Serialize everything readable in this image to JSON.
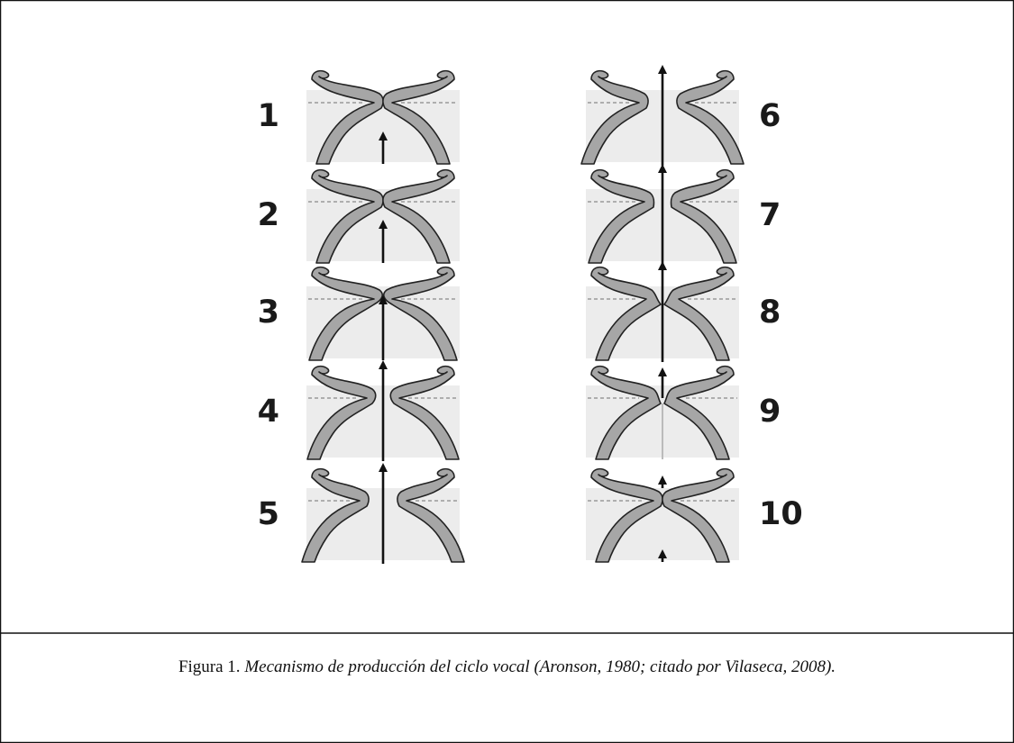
{
  "figure": {
    "frames": [
      {
        "label": "1",
        "state": "closed",
        "arrow": "short-below"
      },
      {
        "label": "2",
        "state": "closed",
        "arrow": "medium-below"
      },
      {
        "label": "3",
        "state": "opening-below",
        "arrow": "to-top"
      },
      {
        "label": "4",
        "state": "opening",
        "arrow": "through"
      },
      {
        "label": "5",
        "state": "open",
        "arrow": "through"
      },
      {
        "label": "6",
        "state": "open",
        "arrow": "through"
      },
      {
        "label": "7",
        "state": "closing",
        "arrow": "through"
      },
      {
        "label": "8",
        "state": "closing-below",
        "arrow": "through"
      },
      {
        "label": "9",
        "state": "closed-below",
        "arrow": "above-only"
      },
      {
        "label": "10",
        "state": "closed",
        "arrow": "split"
      }
    ]
  },
  "caption": {
    "figure_label": "Figura 1.",
    "text": "Mecanismo de producción del ciclo vocal (Aronson, 1980; citado por Vilaseca, 2008)."
  }
}
